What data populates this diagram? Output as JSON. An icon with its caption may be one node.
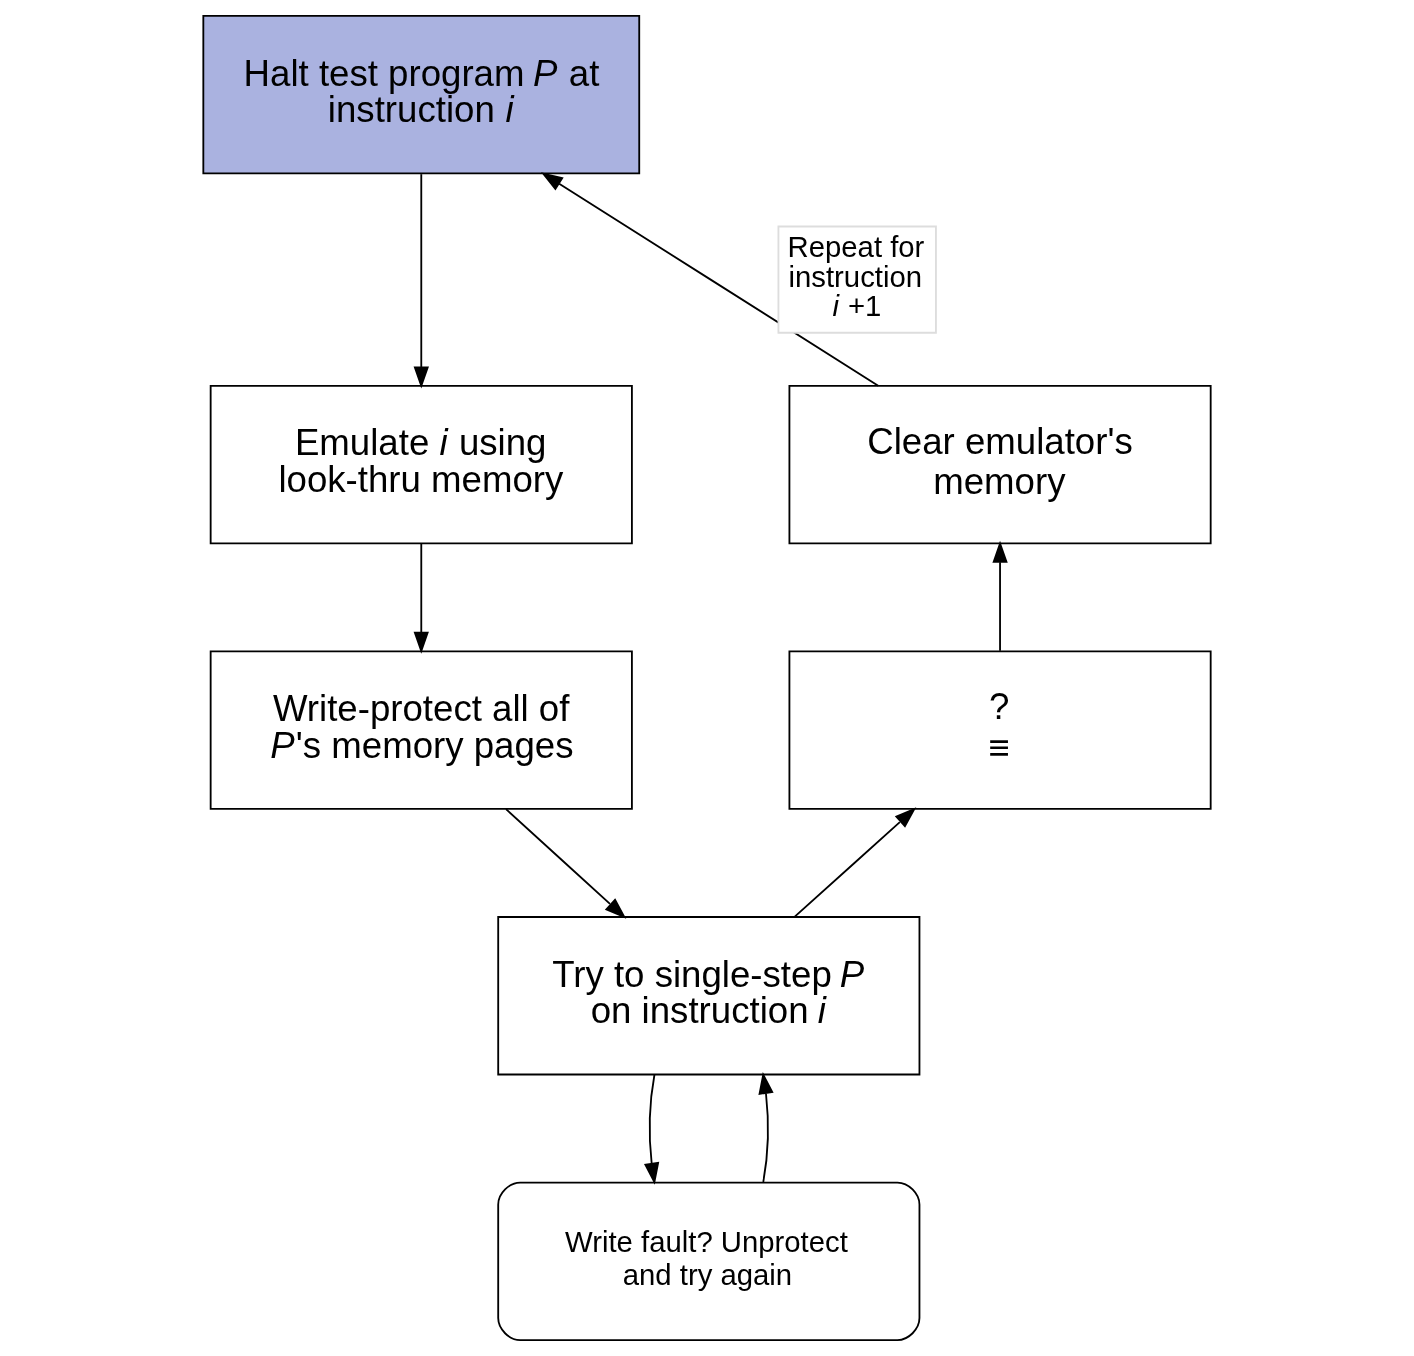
{
  "diagram": {
    "nodes": [
      {
        "text": [
          "Halt test program *P* at instruction *i*"
        ]
      },
      {
        "text": [
          "Emulate *i* using look-thru memory"
        ]
      },
      {
        "text": [
          "Write-protect all of *P*'s memory pages"
        ]
      },
      {
        "text": [
          "Try to single-step *P* on instruction *i*"
        ]
      },
      {
        "text": [
          "Write fault? Unprotect and try again"
        ]
      },
      {
        "text": [
          "?",
          "≡"
        ]
      },
      {
        "text": [
          "Clear emulator's memory"
        ]
      }
    ],
    "edges": [
      {
        "from": 0,
        "to": 1,
        "arrow": "to"
      },
      {
        "from": 1,
        "to": 2,
        "arrow": "to"
      },
      {
        "from": 2,
        "to": 3,
        "arrow": "to"
      },
      {
        "from": 3,
        "to": 4,
        "arrow": "to"
      },
      {
        "from": 4,
        "to": 3,
        "arrow": "to"
      },
      {
        "from": 3,
        "to": 5,
        "arrow": "to"
      },
      {
        "from": 5,
        "to": 6,
        "arrow": "to"
      },
      {
        "from": 6,
        "to": 0,
        "arrow": "to",
        "label": "Repeat for instruction *i* +1"
      }
    ]
  }
}
